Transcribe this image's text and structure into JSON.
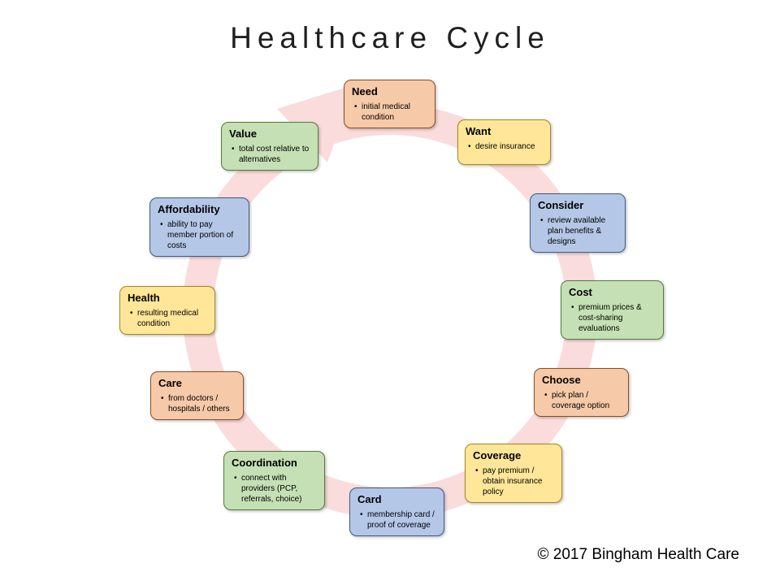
{
  "title": "Healthcare Cycle",
  "footer": "© 2017 Bingham Health Care",
  "ring": {
    "color": "#F9DCDB"
  },
  "palette": {
    "peach": {
      "fill": "#F6C9A8",
      "border": "#8A4E20"
    },
    "yellow": {
      "fill": "#FFE699",
      "border": "#A9861E"
    },
    "blue": {
      "fill": "#B4C7E7",
      "border": "#44597E"
    },
    "green": {
      "fill": "#C5E0B4",
      "border": "#567A3A"
    }
  },
  "nodes": [
    {
      "title": "Need",
      "bullet": "initial medical condition",
      "color": "peach"
    },
    {
      "title": "Want",
      "bullet": "desire insurance",
      "color": "yellow"
    },
    {
      "title": "Consider",
      "bullet": "review available plan benefits & designs",
      "color": "blue"
    },
    {
      "title": "Cost",
      "bullet": "premium prices & cost-sharing evaluations",
      "color": "green"
    },
    {
      "title": "Choose",
      "bullet": "pick plan / coverage option",
      "color": "peach"
    },
    {
      "title": "Coverage",
      "bullet": "pay premium / obtain insurance policy",
      "color": "yellow"
    },
    {
      "title": "Card",
      "bullet": "membership card / proof of coverage",
      "color": "blue"
    },
    {
      "title": "Coordination",
      "bullet": "connect with providers (PCP, referrals, choice)",
      "color": "green"
    },
    {
      "title": "Care",
      "bullet": "from doctors / hospitals / others",
      "color": "peach"
    },
    {
      "title": "Health",
      "bullet": "resulting medical condition",
      "color": "yellow"
    },
    {
      "title": "Affordability",
      "bullet": "ability to pay member portion of costs",
      "color": "blue"
    },
    {
      "title": "Value",
      "bullet": "total cost relative to alternatives",
      "color": "green"
    }
  ]
}
